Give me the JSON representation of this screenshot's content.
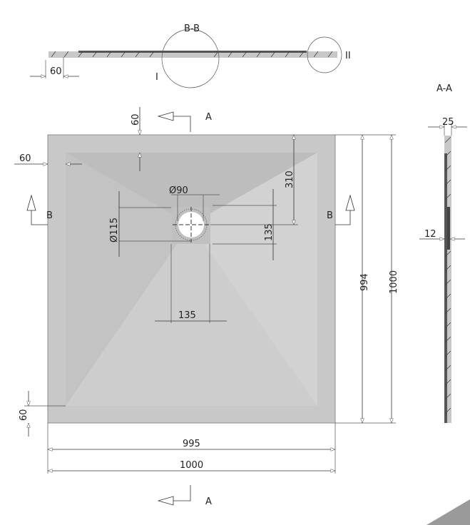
{
  "labels": {
    "section_bb": "B-B",
    "detail_1": "I",
    "detail_2": "II",
    "section_aa": "A-A",
    "section_a": "A",
    "section_b": "B"
  },
  "dimensions": {
    "bb_edge": "60",
    "top_margin": "60",
    "left_margin": "60",
    "bottom_margin": "60",
    "drain_offset_top": "310",
    "drain_diameter": "Ø90",
    "drain_outer_diameter": "Ø115",
    "drain_square_height": "135",
    "drain_square_width": "135",
    "inner_height": "994",
    "outer_height": "1000",
    "inner_width": "995",
    "outer_width": "1000",
    "thickness": "25",
    "drain_depth": "12"
  },
  "colors": {
    "plate_top": "#bdbdbd",
    "plate_left": "#c3c3c3",
    "plate_right": "#d2d2d2",
    "plate_bottom": "#cdcdcd",
    "border": "#c8c8c8"
  }
}
